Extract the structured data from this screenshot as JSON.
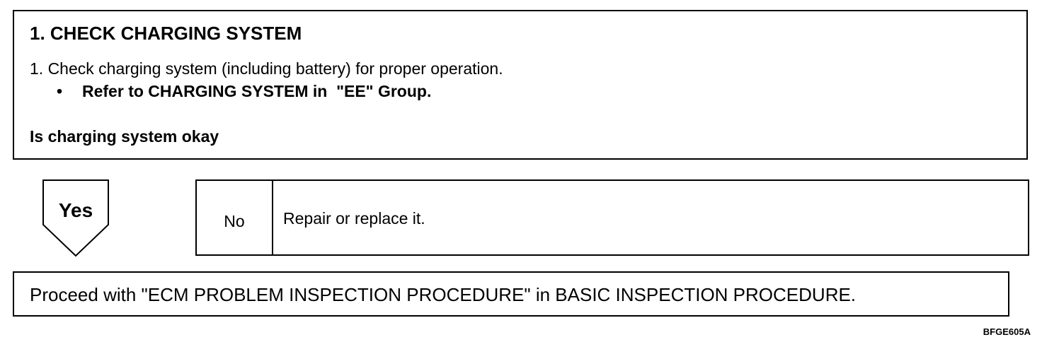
{
  "check": {
    "title": "1.  CHECK CHARGING SYSTEM",
    "instruction": "1. Check charging system (including battery) for proper operation.",
    "reference_bullet": "•",
    "reference": "Refer to CHARGING SYSTEM in  \"EE\" Group.",
    "question": "Is charging system okay"
  },
  "yes_branch": {
    "label": "Yes"
  },
  "no_branch": {
    "label": "No",
    "action": "Repair or replace it."
  },
  "proceed": {
    "text": "Proceed with \"ECM PROBLEM INSPECTION PROCEDURE\" in BASIC INSPECTION PROCEDURE."
  },
  "figure_code": "BFGE605A"
}
